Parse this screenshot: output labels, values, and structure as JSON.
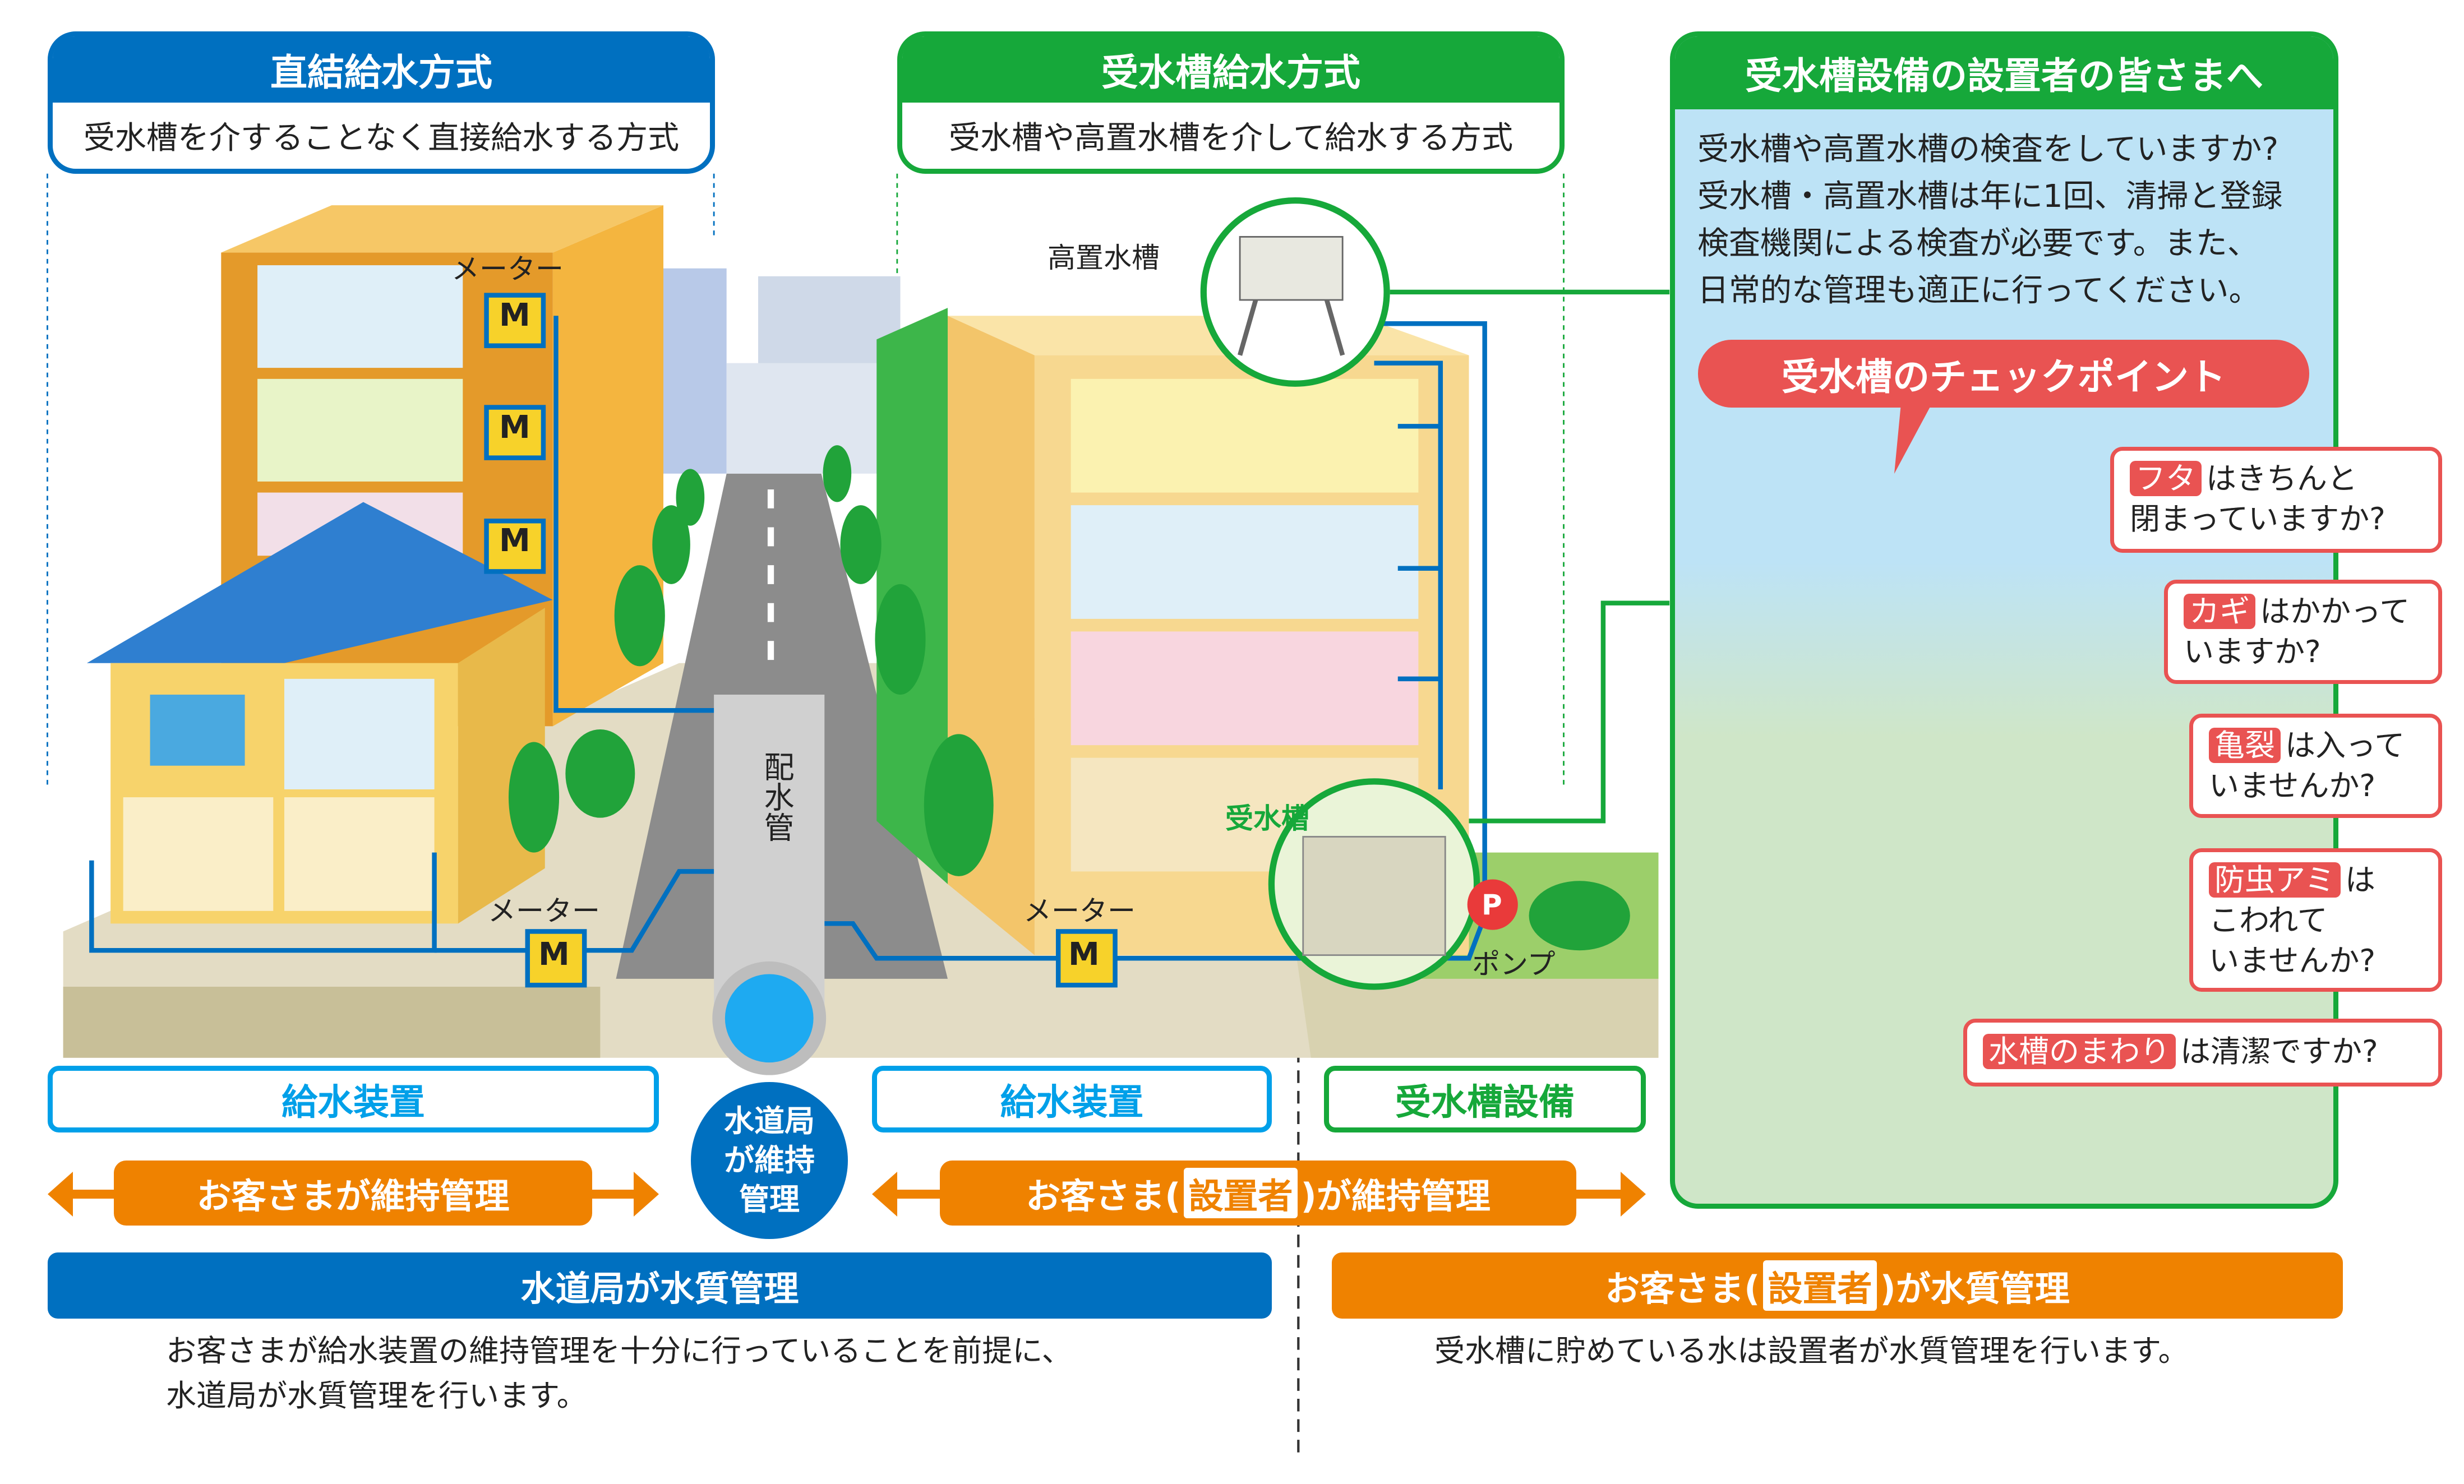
{
  "direct": {
    "title": "直結給水方式",
    "subtitle": "受水槽を介することなく直接給水する方式"
  },
  "tank_system": {
    "title": "受水槽給水方式",
    "subtitle": "受水槽や高置水槽を介して給水する方式"
  },
  "owners_panel": {
    "title": "受水槽設備の設置者の皆さまへ",
    "lines": [
      "受水槽や高置水槽の検査をしていますか?",
      "受水槽・高置水槽は年に1回、清掃と登録",
      "検査機関による検査が必要です。また、",
      "日常的な管理も適正に行ってください。"
    ],
    "checkpoint_title": "受水槽のチェックポイント",
    "checks": [
      {
        "tag": "フタ",
        "text1": "はきちんと",
        "text2": "閉まっていますか?"
      },
      {
        "tag": "カギ",
        "text1": "はかかって",
        "text2": "いますか?"
      },
      {
        "tag": "亀裂",
        "text1": "は入って",
        "text2": "いませんか?"
      },
      {
        "tag": "防虫アミ",
        "text1": "は",
        "text2": "こわれて",
        "text3": "いませんか?"
      },
      {
        "tag": "水槽のまわり",
        "text1": "は清潔ですか?"
      }
    ]
  },
  "illustration": {
    "meter": "メーター",
    "meter_symbol": "M",
    "elevated_tank": "高置水槽",
    "receiving_tank": "受水槽",
    "pump": "ポンプ",
    "pump_symbol": "P",
    "main_pipe": "配水管"
  },
  "labels": {
    "supply_device_1": "給水装置",
    "supply_device_2": "給水装置",
    "tank_equipment": "受水槽設備",
    "customer_maintain": "お客さまが維持管理",
    "bureau_maintain": "水道局が維持管理",
    "owner_maintain_pre": "お客さま(",
    "owner_word": "設置者",
    "owner_maintain_post": ")が維持管理"
  },
  "quality": {
    "bureau_title": "水道局が水質管理",
    "bureau_text1": "お客さまが給水装置の維持管理を十分に行っていることを前提に、",
    "bureau_text2": "水道局が水質管理を行います。",
    "owner_title_pre": "お客さま(",
    "owner_word": "設置者",
    "owner_title_post": ")が水質管理",
    "owner_text": "受水槽に貯めている水は設置者が水質管理を行います。"
  },
  "colors": {
    "blue": "#0070c0",
    "light_blue": "#00a0e9",
    "green": "#16a83a",
    "orange": "#ef8200",
    "red": "#e95352"
  }
}
